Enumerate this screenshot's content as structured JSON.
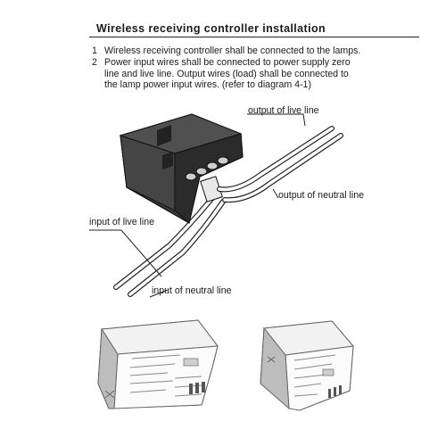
{
  "title": "Wireless receiving controller installation",
  "steps": [
    {
      "number": "1",
      "text": "Wireless receiving controller shall be connected to the lamps."
    },
    {
      "number": "2",
      "text": "Power input wires shall be connected to power supply zero\nline and live line. Output wires (load) shall be connected to\nthe lamp power input wires. (refer to diagram 4-1)"
    }
  ],
  "labels": {
    "output_live": "output of live line",
    "output_neutral": "output of neutral line",
    "input_live": "input of live line",
    "input_neutral": "input of neutral line"
  },
  "colors": {
    "text": "#1a1a1a",
    "device_body": "#3a3a3a",
    "device_light": "#f2f2f2"
  }
}
